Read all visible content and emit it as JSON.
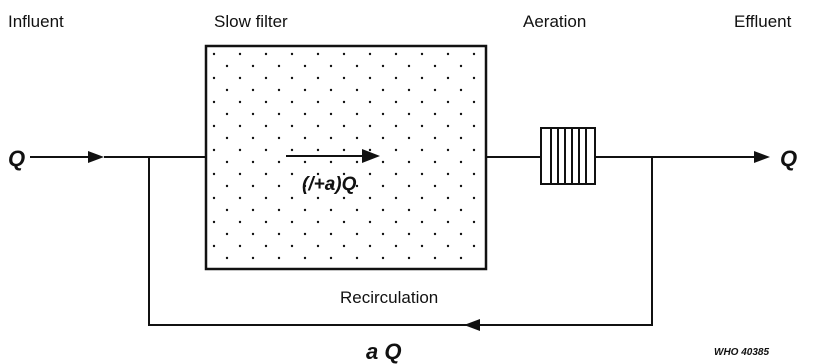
{
  "labels": {
    "influent": "Influent",
    "slow_filter": "Slow filter",
    "aeration": "Aeration",
    "effluent": "Effluent",
    "recirculation": "Recirculation"
  },
  "flows": {
    "inlet": "Q",
    "outlet": "Q",
    "filter_flow": "(/+a)Q",
    "recirculation_flow": "a Q"
  },
  "figure_code": "WHO 40385"
}
